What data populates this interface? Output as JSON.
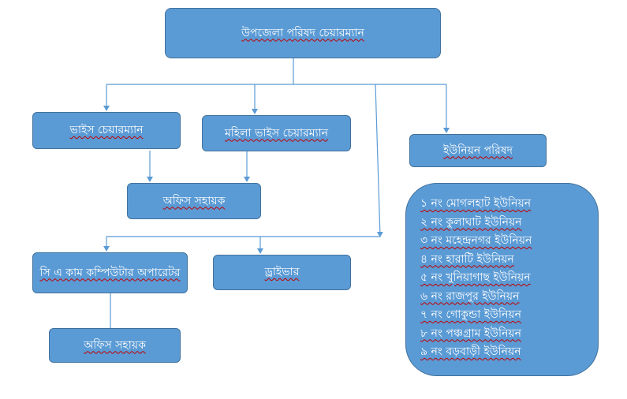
{
  "nodes": {
    "chairman": "উপজেলা পরিষদ চেয়ারম্যান",
    "vice_chairman": "ভাইস চেয়ারম্যান",
    "female_vice_chairman": "মহিলা ভাইস চেয়ারম্যান",
    "office_assistant_1": "অফিস সহায়ক",
    "union_parishad": "ইউনিয়ন পরিষদ",
    "ca_operator": "সি এ কাম কম্পিউটার অপারেটর",
    "driver": "ড্রাইভার",
    "office_assistant_2": "অফিস সহায়ক"
  },
  "unions": [
    "১ নং মোগলহাট ইউনিয়ন",
    "২ নং কুলাঘাট ইউনিয়ন",
    "৩ নং মহেন্দ্রনগর ইউনিয়ন",
    "৪ নং হারাটি ইউনিয়ন",
    "৫ নং খুনিয়াগাছ ইউনিয়ন",
    "৬ নং রাজপুর ইউনিয়ন",
    "৭ নং গোকুন্ডা ইউনিয়ন",
    "৮ নং পঞ্চগ্রাম ইউনিয়ন",
    "৯ নং বড়বাড়ী ইউনিয়ন"
  ],
  "colors": {
    "box_fill": "#5b9bd5",
    "box_border": "#41719c",
    "connector": "#5b9bd5",
    "text": "#ffffff",
    "spell_underline": "#c00000"
  }
}
